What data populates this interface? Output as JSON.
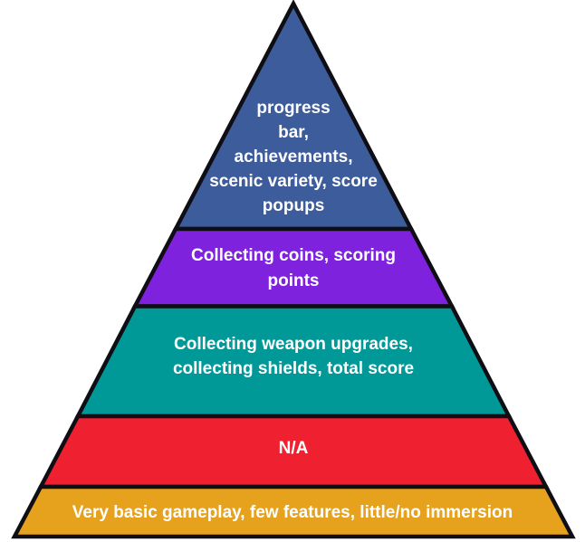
{
  "diagram": {
    "type": "pyramid",
    "background_color": "#ffffff",
    "outline_color": "#0e0e14",
    "text_color": "#ffffff",
    "layers": [
      {
        "position": "top",
        "label": "progress\nbar,\nachievements,\nscenic variety, score\npopups",
        "color": "#3c5c9b"
      },
      {
        "position": "second",
        "label": "Collecting coins, scoring\npoints",
        "color": "#7e22dd"
      },
      {
        "position": "third",
        "label": "Collecting weapon upgrades,\ncollecting shields, total score",
        "color": "#009998"
      },
      {
        "position": "fourth",
        "label": "N/A",
        "color": "#ef2130"
      },
      {
        "position": "bottom",
        "label": "Very basic gameplay, few features, little/no immersion",
        "color": "#e6a21c"
      }
    ]
  }
}
